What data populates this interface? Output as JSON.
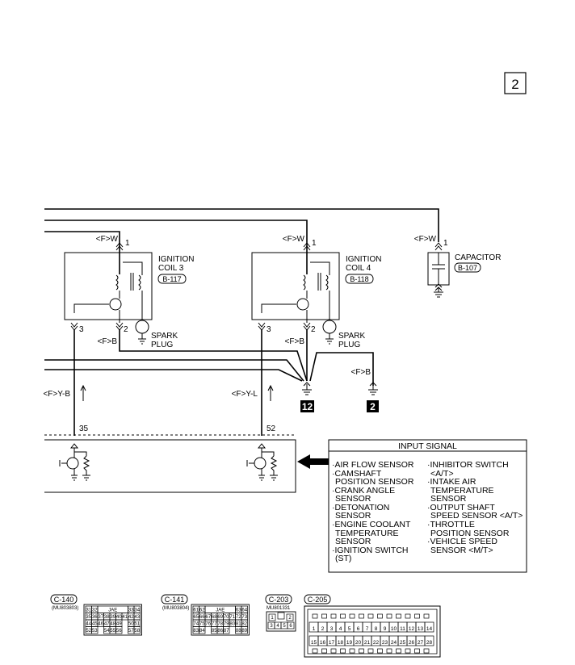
{
  "page_number": "2",
  "wire_labels": {
    "fw": "<F>W",
    "fb": "<F>B",
    "fyb": "<F>Y-B",
    "fyl": "<F>Y-L"
  },
  "pins": {
    "p1": "1",
    "p2": "2",
    "p3": "3",
    "p35": "35",
    "p52": "52"
  },
  "coils": [
    {
      "name_line1": "IGNITION",
      "name_line2": "COIL 3",
      "connector": "B-117",
      "plug_line1": "SPARK",
      "plug_line2": "PLUG"
    },
    {
      "name_line1": "IGNITION",
      "name_line2": "COIL 4",
      "connector": "B-118",
      "plug_line1": "SPARK",
      "plug_line2": "PLUG"
    }
  ],
  "capacitor": {
    "label": "CAPACITOR",
    "connector": "B-107"
  },
  "grounds": {
    "g12": "12",
    "g2": "2"
  },
  "input_signal": {
    "title": "INPUT SIGNAL",
    "left": [
      "·AIR FLOW SENSOR",
      "·CAMSHAFT",
      "POSITION SENSOR",
      "·CRANK ANGLE",
      "SENSOR",
      "·DETONATION",
      "SENSOR",
      "·ENGINE COOLANT",
      "TEMPERATURE",
      "SENSOR",
      "·IGNITION SWITCH",
      "(ST)"
    ],
    "right": [
      "·INHIBITOR SWITCH",
      "<A/T>",
      "·INTAKE AIR",
      "TEMPERATURE",
      "SENSOR",
      "·OUTPUT SHAFT",
      "SPEED SENSOR <A/T>",
      "·THROTTLE",
      "POSITION SENSOR",
      "·VEHICLE SPEED",
      "SENSOR <M/T>"
    ]
  },
  "connectors": {
    "c140": {
      "id": "C-140",
      "part": "(MU803803)",
      "jae": "JAE",
      "rows": [
        [
          "31",
          "32",
          "",
          "",
          "33",
          "34"
        ],
        [
          "35",
          "36",
          "37",
          "38",
          "39",
          "40",
          "41",
          "42",
          "43"
        ],
        [
          "44",
          "45",
          "46",
          "47",
          "48",
          "49",
          "",
          "50",
          "51"
        ],
        [
          "52",
          "53",
          "",
          "54",
          "55",
          "56",
          "",
          "57",
          "58"
        ]
      ]
    },
    "c141": {
      "id": "C-141",
      "part": "(MU803804)",
      "jae": "JAE",
      "rows": [
        [
          "61",
          "62",
          "",
          "",
          "63",
          "64"
        ],
        [
          "65",
          "66",
          "67",
          "68",
          "69",
          "70",
          "71",
          "72",
          "73"
        ],
        [
          "74",
          "75",
          "76",
          "77",
          "78",
          "79",
          "80",
          "81",
          "82"
        ],
        [
          "83",
          "84",
          "",
          "85",
          "86",
          "87",
          "",
          "88",
          "89"
        ]
      ]
    },
    "c203": {
      "id": "C-203",
      "part": "MU801331",
      "rows": [
        [
          "1",
          "",
          "2"
        ],
        [
          "3",
          "4",
          "5",
          "6"
        ]
      ]
    },
    "c205": {
      "id": "C-205",
      "rows": [
        [
          "1",
          "2",
          "3",
          "4",
          "5",
          "6",
          "7",
          "8",
          "9",
          "10",
          "11",
          "12",
          "13",
          "14"
        ],
        [
          "15",
          "16",
          "17",
          "18",
          "19",
          "20",
          "21",
          "22",
          "23",
          "24",
          "25",
          "26",
          "27",
          "28"
        ]
      ]
    }
  }
}
